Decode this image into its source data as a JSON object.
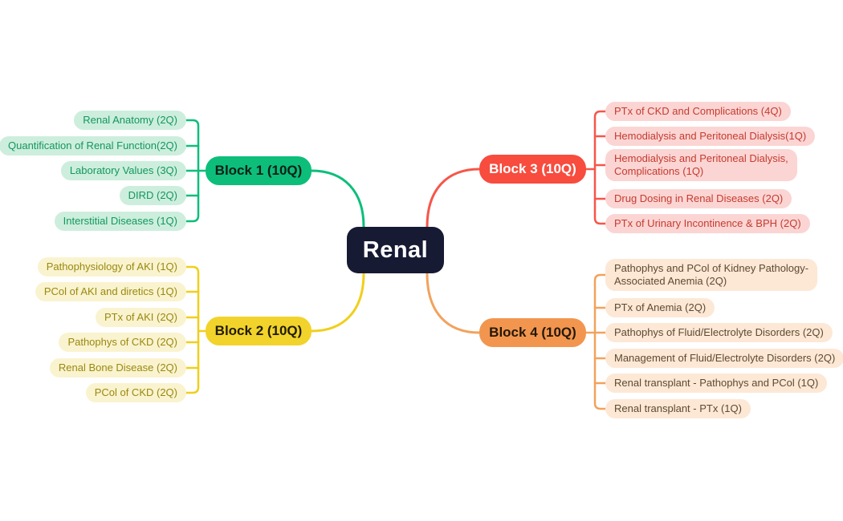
{
  "background": "#ffffff",
  "center": {
    "label": "Renal",
    "bg": "#171a33",
    "text_color": "#ffffff"
  },
  "branches": [
    {
      "label": "Block 1 (10Q)",
      "side": "left",
      "node_bg": "#0dbe7b",
      "node_text": "#0b2017",
      "leaf_bg": "#cdeedd",
      "leaf_text": "#13975f",
      "line_color": "#0dbe7b",
      "leaves": [
        "Renal Anatomy (2Q)",
        "Quantification of Renal Function(2Q)",
        "Laboratory Values (3Q)",
        "DIRD (2Q)",
        "Interstitial Diseases (1Q)"
      ]
    },
    {
      "label": "Block 2 (10Q)",
      "side": "left",
      "node_bg": "#f2d32b",
      "node_text": "#201c06",
      "leaf_bg": "#faf3cf",
      "leaf_text": "#99890f",
      "line_color": "#f0cf1b",
      "leaves": [
        "Pathophysiology of AKI (1Q)",
        "PCol of AKI and diretics (1Q)",
        "PTx of AKI (2Q)",
        "Pathophys of CKD (2Q)",
        "Renal Bone Disease (2Q)",
        "PCol of CKD (2Q)"
      ]
    },
    {
      "label": "Block 3 (10Q)",
      "side": "right",
      "node_bg": "#f74c3e",
      "node_text": "#ffffff",
      "leaf_bg": "#fbd5d3",
      "leaf_text": "#c53b30",
      "line_color": "#f6564a",
      "leaves": [
        "PTx of CKD and Complications (4Q)",
        "Hemodialysis and Peritoneal Dialysis(1Q)",
        "Hemodialysis and Peritoneal Dialysis,\nComplications (1Q)",
        "Drug Dosing in Renal Diseases (2Q)",
        "PTx of Urinary Incontinence & BPH (2Q)"
      ]
    },
    {
      "label": "Block 4 (10Q)",
      "side": "right",
      "node_bg": "#f2964f",
      "node_text": "#241808",
      "leaf_bg": "#fde8d6",
      "leaf_text": "#5e4a31",
      "line_color": "#f2a25c",
      "leaves": [
        "Pathophys and PCol of Kidney Pathology-\nAssociated Anemia (2Q)",
        "PTx of Anemia (2Q)",
        "Pathophys of Fluid/Electrolyte Disorders (2Q)",
        "Management of Fluid/Electrolyte Disorders (2Q)",
        "Renal transplant - Pathophys and PCol (1Q)",
        "Renal transplant - PTx (1Q)"
      ]
    }
  ]
}
